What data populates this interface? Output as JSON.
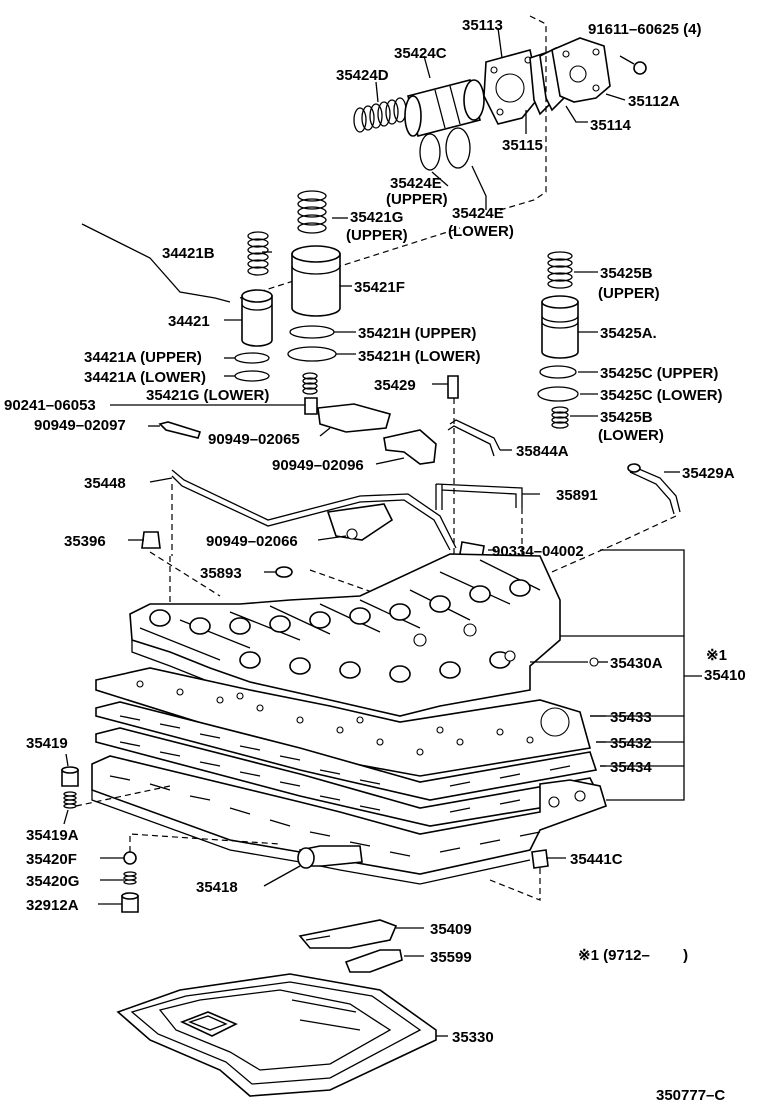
{
  "labels": {
    "p35113": "35113",
    "p91611": "91611–60625 (4)",
    "p35424C": "35424C",
    "p35424D": "35424D",
    "p35112A": "35112A",
    "p35114": "35114",
    "p35115": "35115",
    "p35424E_upper": "35424E",
    "p35424E_upper_note": "(UPPER)",
    "p35424E_lower": "35424E",
    "p35424E_lower_note": "(LOWER)",
    "p35421G_upper": "35421G",
    "p35421G_upper_note": "(UPPER)",
    "p34421B": "34421B",
    "p35421F": "35421F",
    "p34421": "34421",
    "p35421H_upper": "35421H (UPPER)",
    "p35421H_lower": "35421H (LOWER)",
    "p34421A_upper": "34421A (UPPER)",
    "p34421A_lower": "34421A (LOWER)",
    "p35421G_lower": "35421G (LOWER)",
    "p90241": "90241–06053",
    "p90949_02097": "90949–02097",
    "p90949_02065": "90949–02065",
    "p90949_02096": "90949–02096",
    "p35429": "35429",
    "p35425B_upper": "35425B",
    "p35425B_upper_note": "(UPPER)",
    "p35425A": "35425A.",
    "p35425C_upper": "35425C (UPPER)",
    "p35425C_lower": "35425C (LOWER)",
    "p35425B_lower": "35425B",
    "p35425B_lower_note": "(LOWER)",
    "p35844A": "35844A",
    "p35429A": "35429A",
    "p35448": "35448",
    "p35891": "35891",
    "p35396": "35396",
    "p90949_02066": "90949–02066",
    "p90334": "90334–04002",
    "p35893": "35893",
    "p_note1": "※1",
    "p35410": "35410",
    "p35430A": "35430A",
    "p35433": "35433",
    "p35432": "35432",
    "p35434": "35434",
    "p35419": "35419",
    "p35419A": "35419A",
    "p35420F": "35420F",
    "p35420G": "35420G",
    "p32912A": "32912A",
    "p35418": "35418",
    "p35441C": "35441C",
    "p35409": "35409",
    "p35599": "35599",
    "p_applic": "※1 (9712–        )",
    "p35330": "35330",
    "p_drawing_no": "350777–C"
  }
}
